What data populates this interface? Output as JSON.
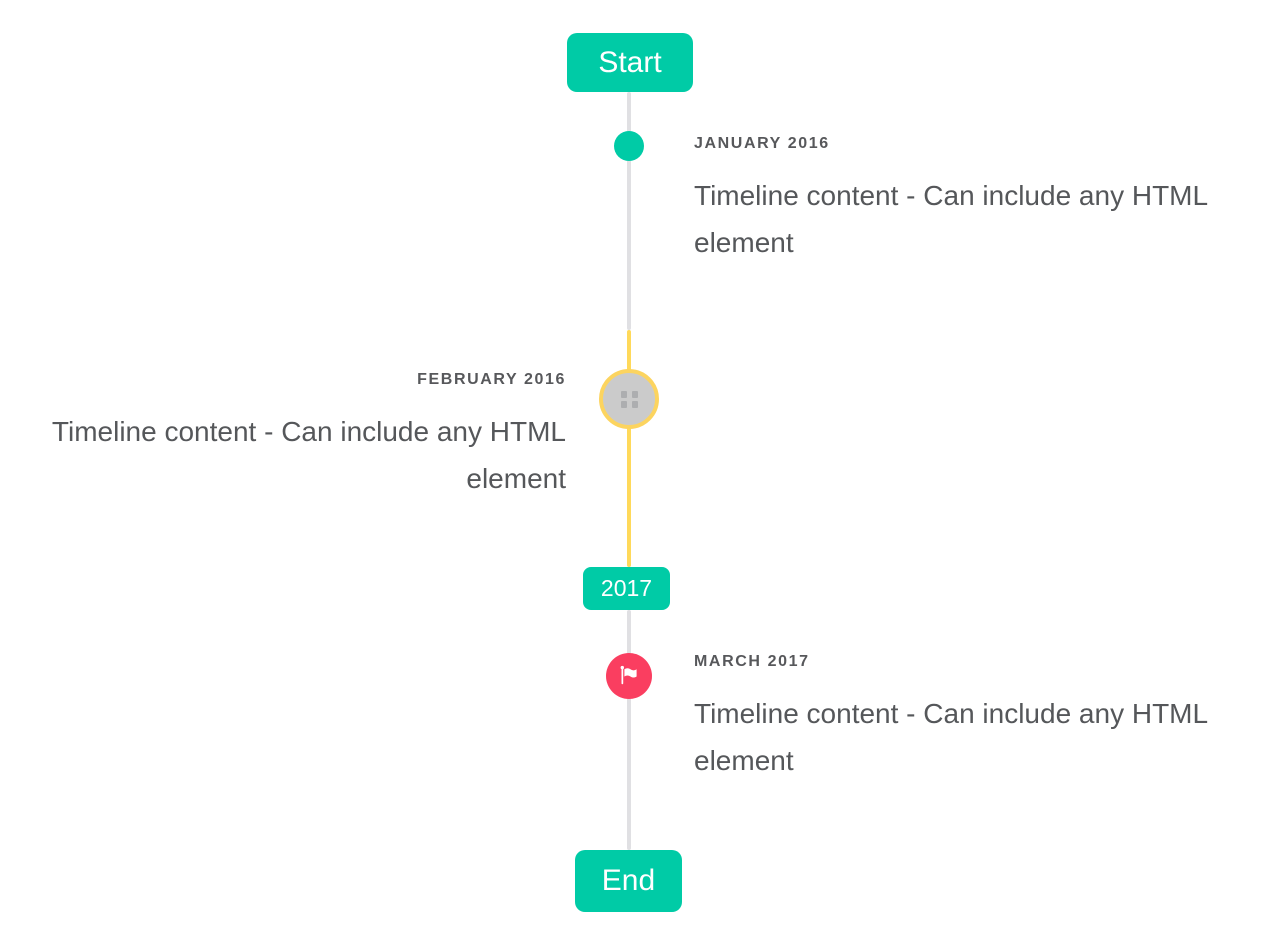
{
  "page": {
    "background": "#ffffff"
  },
  "colors": {
    "accent_teal": "#00cba6",
    "accent_red": "#fa3e60",
    "highlight_yellow": "#ffd95a",
    "line_gray": "#e0e0e3",
    "handle_gray_fill": "#cbcbcb",
    "title_text": "#57585b",
    "content_text": "#55575a",
    "badge_text": "#ffffff"
  },
  "timeline": {
    "start_label": "Start",
    "year_label": "2017",
    "end_label": "End",
    "items": [
      {
        "title": "JANUARY 2016",
        "content": "Timeline content - Can include any HTML element",
        "side": "right",
        "marker": "teal-dot"
      },
      {
        "title": "FEBRUARY 2016",
        "content": "Timeline content - Can include any HTML element",
        "side": "left",
        "marker": "grip-drag-handle-highlighted"
      },
      {
        "title": "MARCH 2017",
        "content": "Timeline content - Can include any HTML element",
        "side": "right",
        "marker": "flag-red"
      }
    ]
  }
}
